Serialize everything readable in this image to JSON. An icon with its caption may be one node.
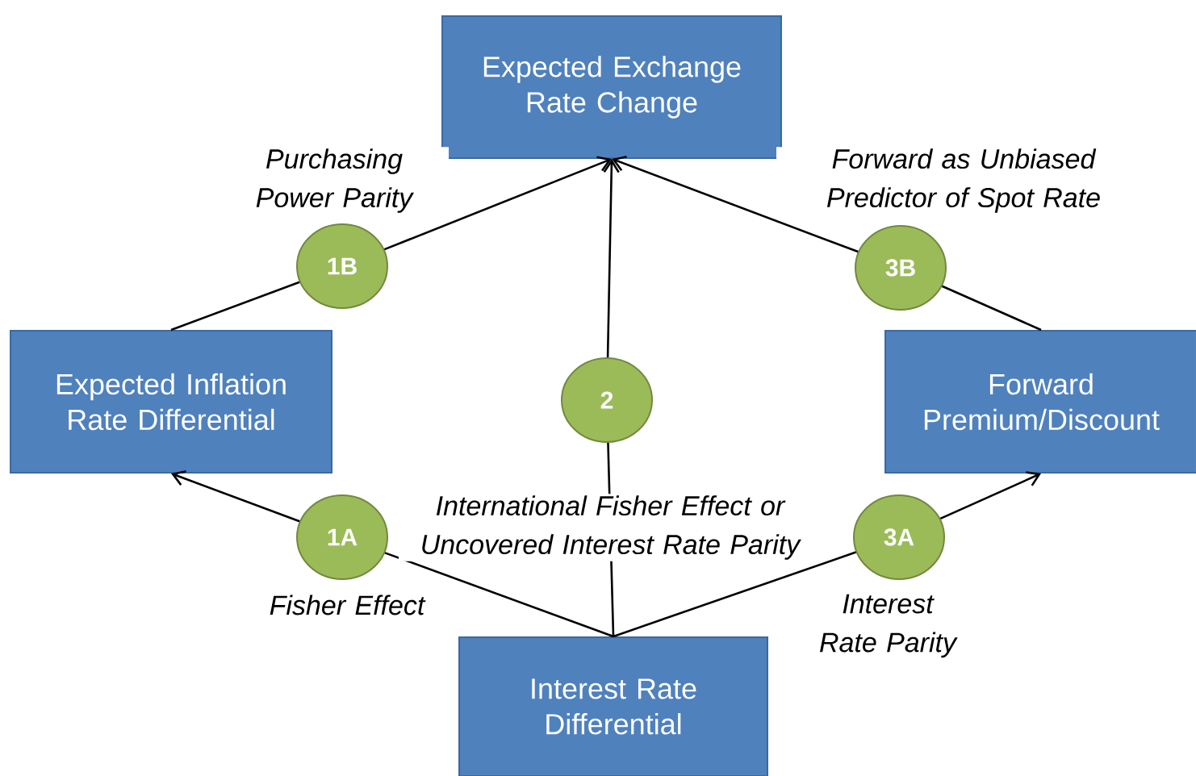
{
  "diagram": {
    "nodes": [
      {
        "text": [
          "Expected Exchange Rate Change"
        ]
      },
      {
        "text": [
          "Expected Inflation Rate Differential"
        ]
      },
      {
        "text": [
          "Forward Premium/Discount"
        ]
      },
      {
        "text": [
          "Interest Rate Differential"
        ]
      },
      {
        "text": [
          "1B"
        ],
        "beside": [
          "Purchasing Power Parity"
        ]
      },
      {
        "text": [
          "3B"
        ],
        "beside": [
          "Forward as Unbiased Predictor of Spot Rate"
        ]
      },
      {
        "text": [
          "2"
        ],
        "beside": [
          "International Fisher Effect or Uncovered Interest Rate Parity"
        ]
      },
      {
        "text": [
          "1A"
        ],
        "beside": [
          "Fisher Effect"
        ]
      },
      {
        "text": [
          "3A"
        ],
        "beside": [
          "Interest Rate Parity"
        ]
      }
    ],
    "edges": [
      {
        "from": 3,
        "to": 7,
        "arrow": "none"
      },
      {
        "from": 7,
        "to": 1,
        "arrow": "to"
      },
      {
        "from": 1,
        "to": 4,
        "arrow": "none"
      },
      {
        "from": 4,
        "to": 0,
        "arrow": "to"
      },
      {
        "from": 3,
        "to": 6,
        "arrow": "none"
      },
      {
        "from": 6,
        "to": 0,
        "arrow": "to"
      },
      {
        "from": 3,
        "to": 8,
        "arrow": "none"
      },
      {
        "from": 8,
        "to": 2,
        "arrow": "to"
      },
      {
        "from": 2,
        "to": 5,
        "arrow": "none"
      },
      {
        "from": 5,
        "to": 0,
        "arrow": "to"
      }
    ]
  }
}
